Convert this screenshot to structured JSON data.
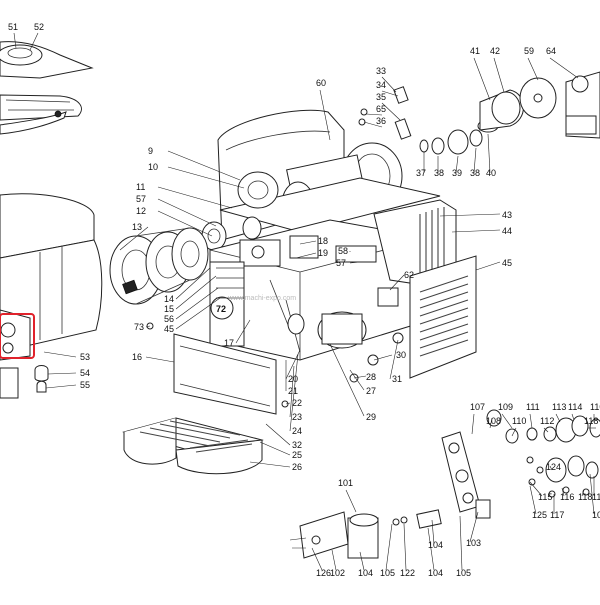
{
  "diagram": {
    "watermark": "www.machi-expo.com",
    "highlight_color": "#e0222b",
    "labels": [
      "51",
      "52",
      "41",
      "42",
      "59",
      "64",
      "33",
      "34",
      "35",
      "65",
      "36",
      "60",
      "9",
      "10",
      "11",
      "57",
      "12",
      "13",
      "14",
      "15",
      "56",
      "45",
      "73",
      "17",
      "72",
      "16",
      "37",
      "38",
      "39",
      "38",
      "40",
      "43",
      "44",
      "58",
      "57",
      "62",
      "45",
      "18",
      "19",
      "53",
      "54",
      "55",
      "30",
      "31",
      "28",
      "27",
      "29",
      "20",
      "21",
      "22",
      "23",
      "24",
      "32",
      "25",
      "26",
      "107",
      "108",
      "109",
      "110",
      "111",
      "112",
      "113",
      "114",
      "110",
      "118",
      "124",
      "115",
      "125",
      "117",
      "116",
      "118",
      "112",
      "106",
      "103",
      "101",
      "126",
      "102",
      "104",
      "105",
      "122",
      "104",
      "105",
      "104"
    ]
  }
}
